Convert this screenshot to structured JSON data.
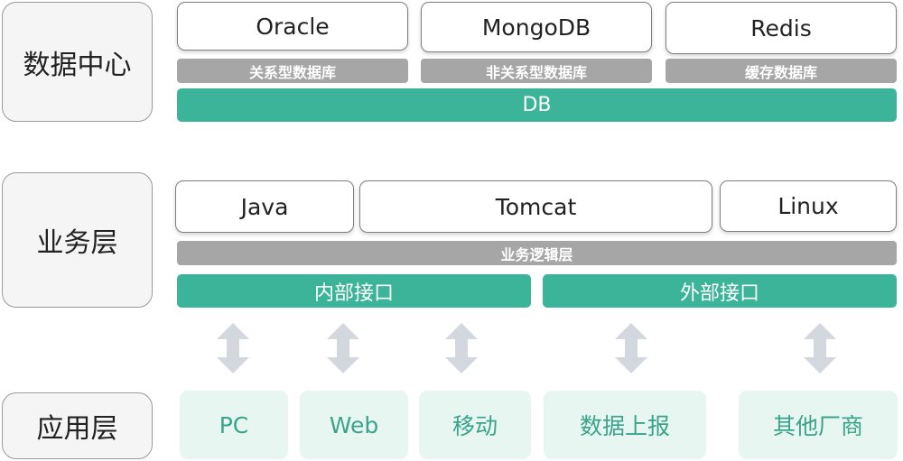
{
  "colors": {
    "green": "#3cb49a",
    "gray_bar": "#a6a6a6",
    "app_bg": "#e8f6f2",
    "app_text": "#3aa389",
    "arrow": "#d3d8df"
  },
  "layers": {
    "data_center": "数据中心",
    "business": "业务层",
    "application": "应用层"
  },
  "data_center": {
    "techs": [
      {
        "name": "Oracle",
        "category": "关系型数据库"
      },
      {
        "name": "MongoDB",
        "category": "非关系型数据库"
      },
      {
        "name": "Redis",
        "category": "缓存数据库"
      }
    ],
    "bar": "DB"
  },
  "business": {
    "techs": [
      "Java",
      "Tomcat",
      "Linux"
    ],
    "logic_bar": "业务逻辑层",
    "interfaces": [
      "内部接口",
      "外部接口"
    ]
  },
  "application": {
    "apps": [
      "PC",
      "Web",
      "移动",
      "数据上报",
      "其他厂商"
    ]
  },
  "arrow_icon": "double-vertical-arrow-icon"
}
